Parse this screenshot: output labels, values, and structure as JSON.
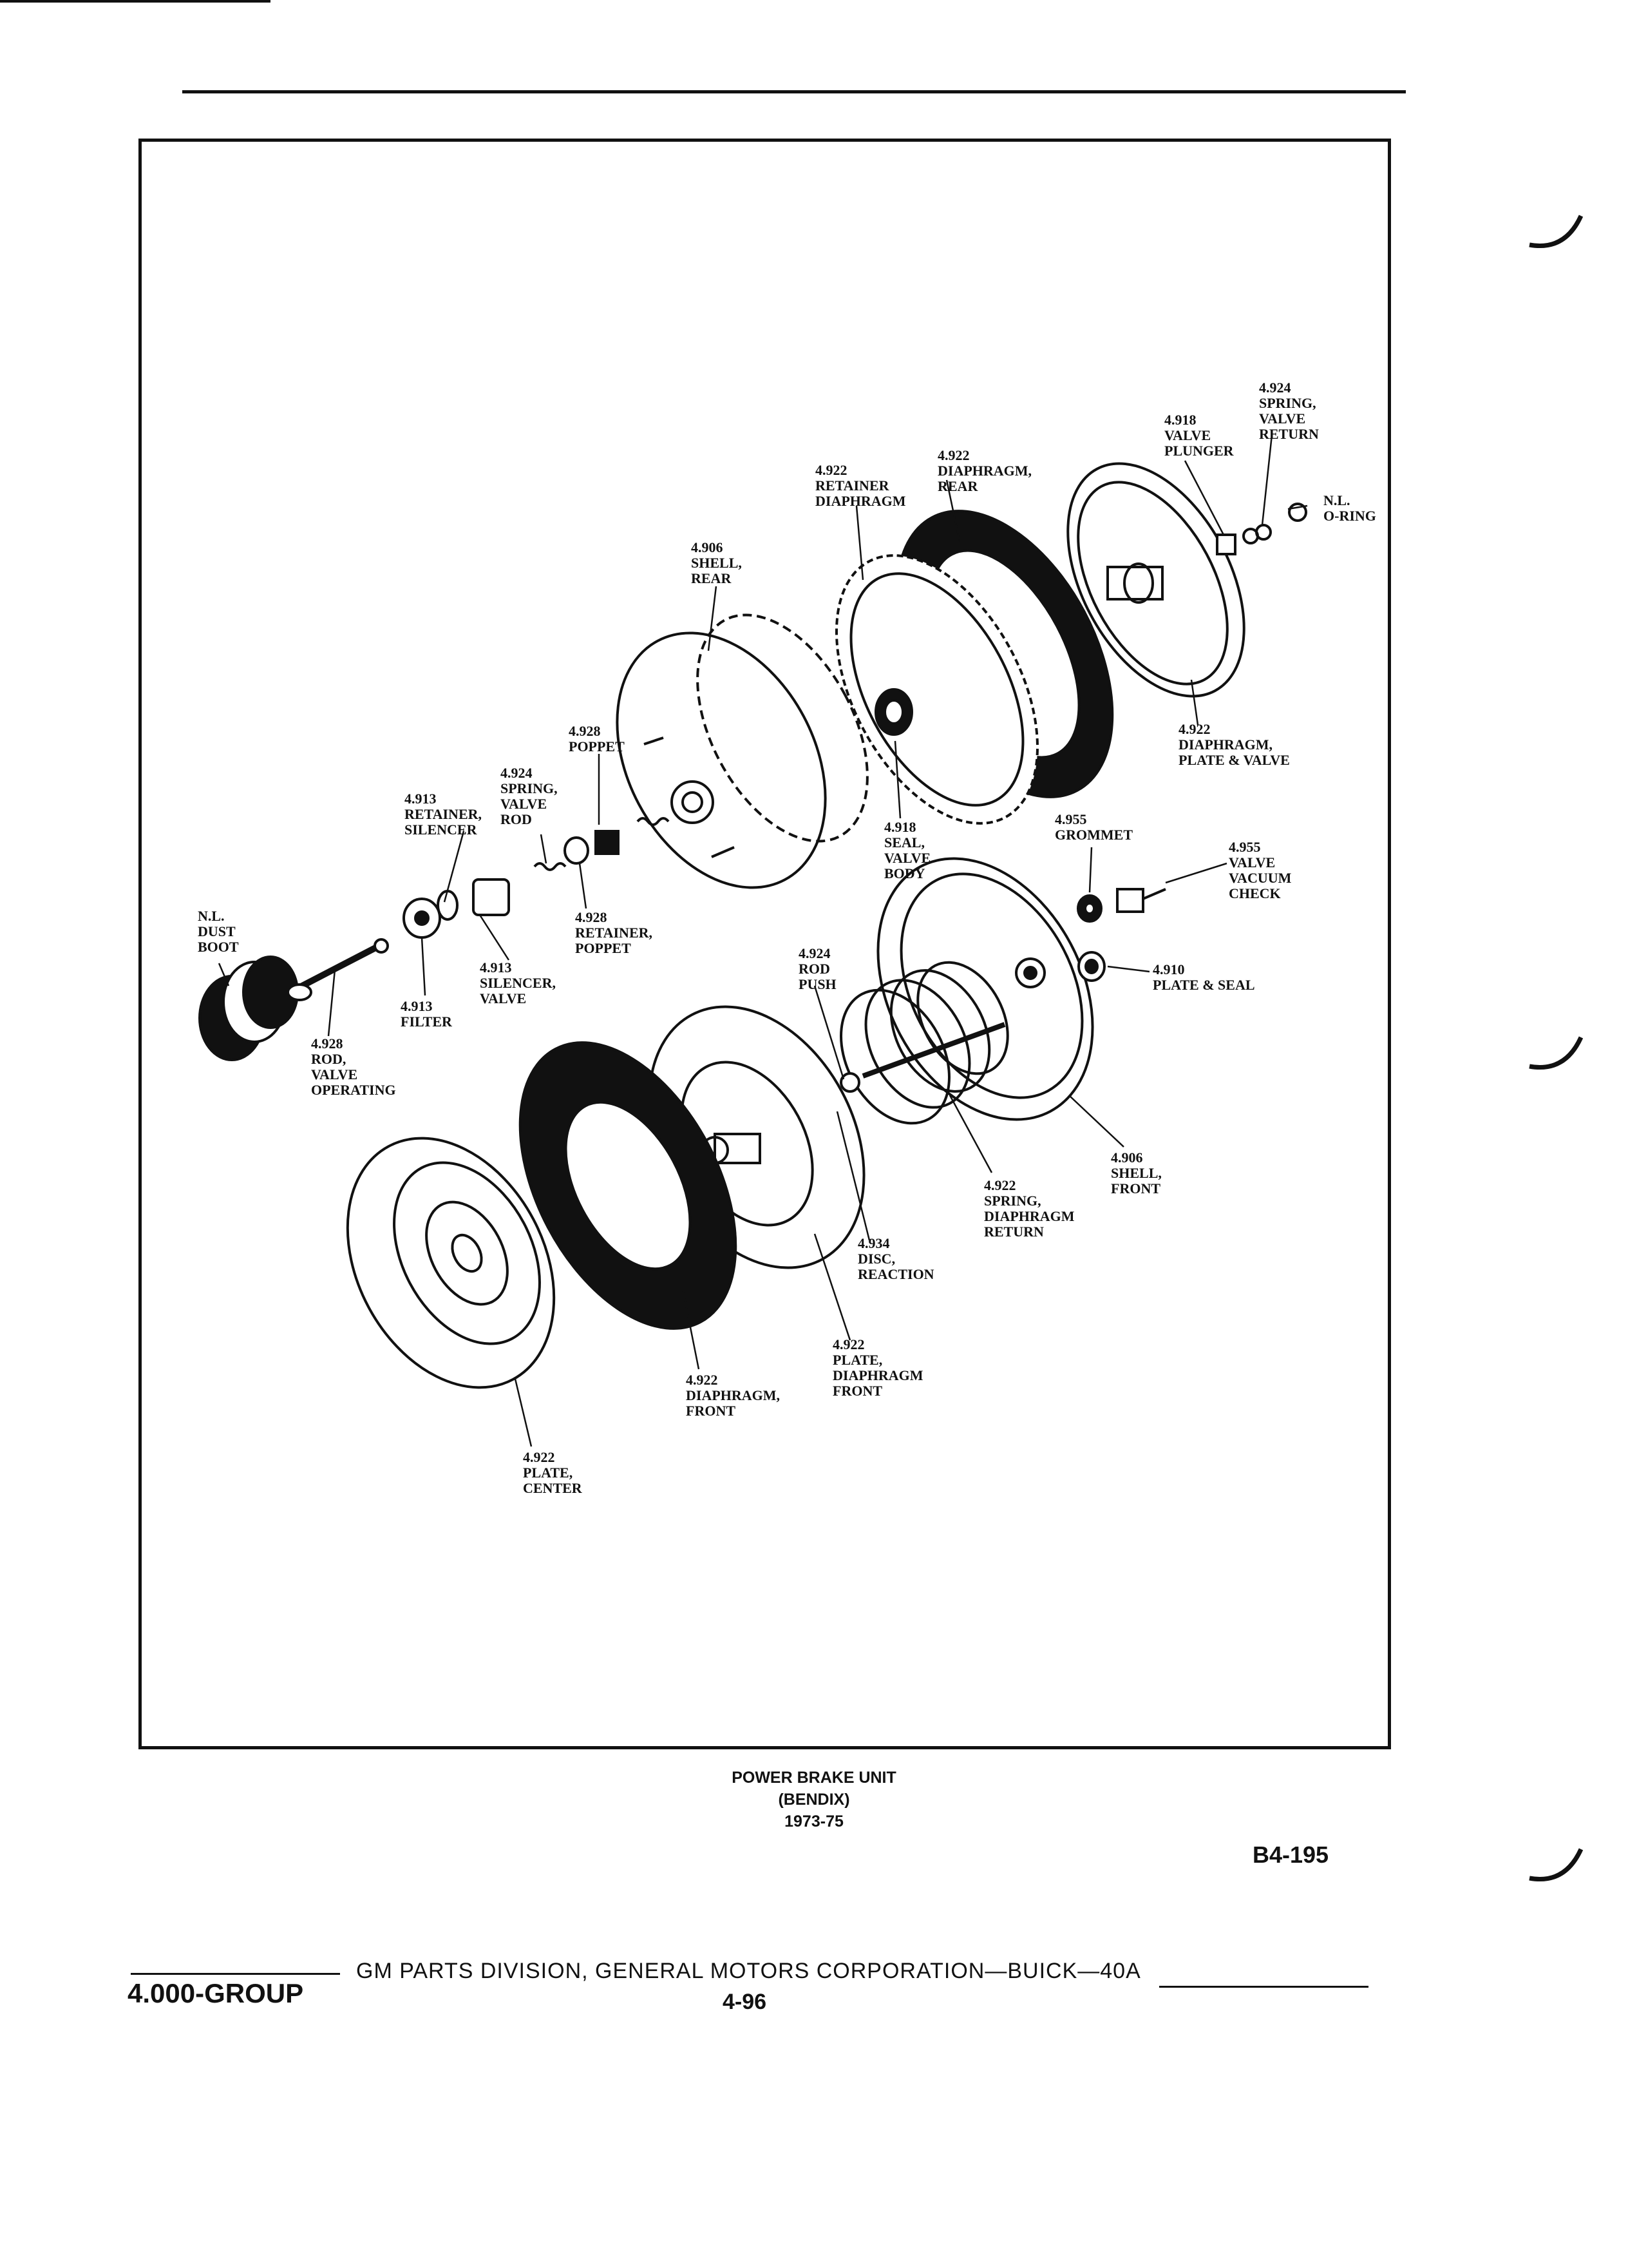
{
  "figure": {
    "caption_lines": [
      "POWER BRAKE UNIT",
      "(BENDIX)",
      "1973-75"
    ],
    "figure_number": "B4-195"
  },
  "callouts": [
    {
      "id": "valve-return-spring",
      "lines": [
        "4.924",
        "SPRING,",
        "VALVE",
        "RETURN"
      ]
    },
    {
      "id": "valve-plunger",
      "lines": [
        "4.918",
        "VALVE",
        "PLUNGER"
      ]
    },
    {
      "id": "o-ring",
      "lines": [
        "N.L.",
        "O-RING"
      ]
    },
    {
      "id": "diaphragm-rear",
      "lines": [
        "4.922",
        "DIAPHRAGM,",
        "REAR"
      ]
    },
    {
      "id": "retainer-diaphragm",
      "lines": [
        "4.922",
        "RETAINER",
        "DIAPHRAGM"
      ]
    },
    {
      "id": "shell-rear",
      "lines": [
        "4.906",
        "SHELL,",
        "REAR"
      ]
    },
    {
      "id": "diaphragm-plate-valve",
      "lines": [
        "4.922",
        "DIAPHRAGM,",
        "PLATE & VALVE"
      ]
    },
    {
      "id": "poppet",
      "lines": [
        "4.928",
        "POPPET"
      ]
    },
    {
      "id": "valve-rod-spring",
      "lines": [
        "4.924",
        "SPRING,",
        "VALVE",
        "ROD"
      ]
    },
    {
      "id": "retainer-silencer",
      "lines": [
        "4.913",
        "RETAINER,",
        "SILENCER"
      ]
    },
    {
      "id": "seal-valve-body",
      "lines": [
        "4.918",
        "SEAL,",
        "VALVE",
        "BODY"
      ]
    },
    {
      "id": "grommet",
      "lines": [
        "4.955",
        "GROMMET"
      ]
    },
    {
      "id": "vacuum-check-valve",
      "lines": [
        "4.955",
        "VALVE",
        "VACUUM",
        "CHECK"
      ]
    },
    {
      "id": "dust-boot",
      "lines": [
        "N.L.",
        "DUST",
        "BOOT"
      ]
    },
    {
      "id": "retainer-poppet",
      "lines": [
        "4.928",
        "RETAINER,",
        "POPPET"
      ]
    },
    {
      "id": "push-rod",
      "lines": [
        "4.924",
        "ROD",
        "PUSH"
      ]
    },
    {
      "id": "plate-seal",
      "lines": [
        "4.910",
        "PLATE & SEAL"
      ]
    },
    {
      "id": "silencer-valve",
      "lines": [
        "4.913",
        "SILENCER,",
        "VALVE"
      ]
    },
    {
      "id": "filter",
      "lines": [
        "4.913",
        "FILTER"
      ]
    },
    {
      "id": "valve-operating-rod",
      "lines": [
        "4.928",
        "ROD,",
        "VALVE",
        "OPERATING"
      ]
    },
    {
      "id": "shell-front",
      "lines": [
        "4.906",
        "SHELL,",
        "FRONT"
      ]
    },
    {
      "id": "diaphragm-return-spring",
      "lines": [
        "4.922",
        "SPRING,",
        "DIAPHRAGM",
        "RETURN"
      ]
    },
    {
      "id": "reaction-disc",
      "lines": [
        "4.934",
        "DISC,",
        "REACTION"
      ]
    },
    {
      "id": "diaphragm-front-plate",
      "lines": [
        "4.922",
        "PLATE,",
        "DIAPHRAGM",
        "FRONT"
      ]
    },
    {
      "id": "diaphragm-front",
      "lines": [
        "4.922",
        "DIAPHRAGM,",
        "FRONT"
      ]
    },
    {
      "id": "center-plate",
      "lines": [
        "4.922",
        "PLATE,",
        "CENTER"
      ]
    }
  ],
  "footer": {
    "group": "4.000-GROUP",
    "corporation": "GM PARTS DIVISION, GENERAL MOTORS CORPORATION—BUICK—40A",
    "page": "4-96"
  }
}
